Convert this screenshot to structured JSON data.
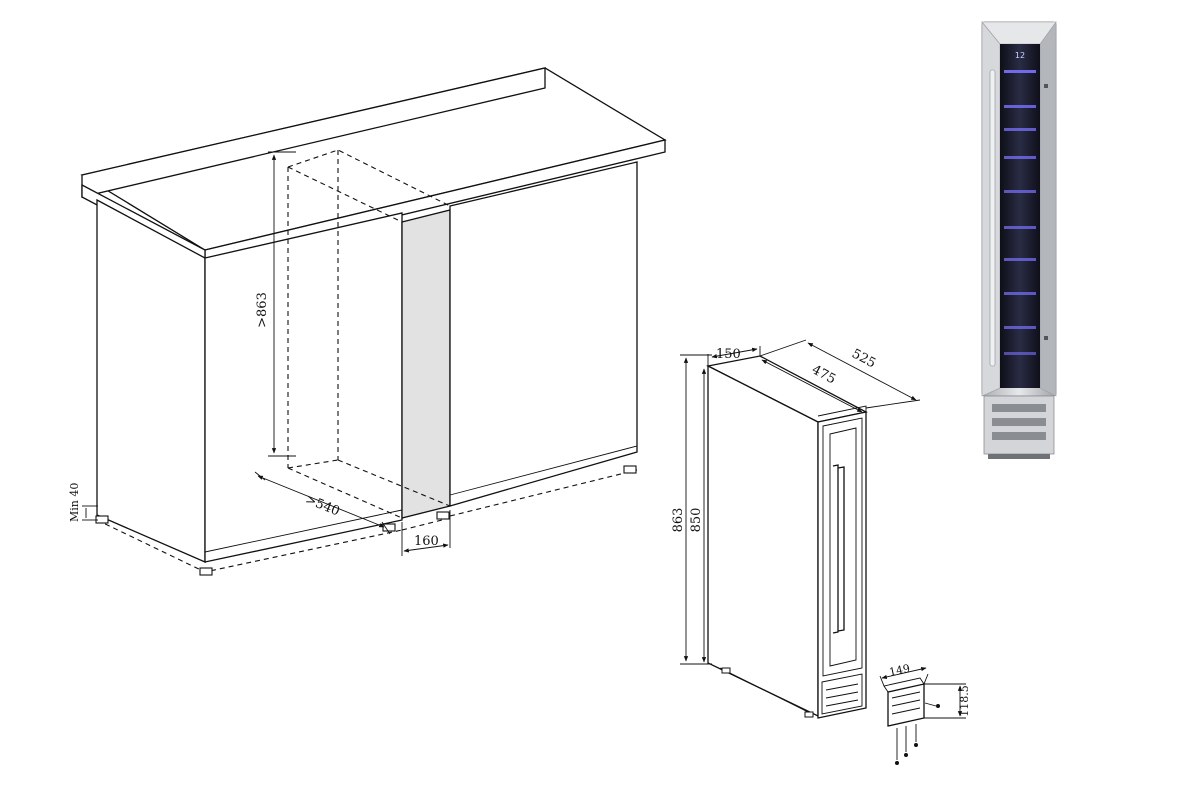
{
  "cabinet_diagram": {
    "dim_height_min": ">863",
    "dim_depth_min": ">540",
    "dim_width": "160",
    "dim_plinth": "Min 40"
  },
  "fridge_diagram": {
    "dim_height_total": "863",
    "dim_height_body": "850",
    "dim_width": "150",
    "dim_depth_body": "475",
    "dim_depth_total": "525"
  },
  "plinth_diagram": {
    "dim_width": "149",
    "dim_height": "118.5"
  },
  "photo": {
    "display_text": "12"
  },
  "colors": {
    "line": "#111111",
    "filler_panel": "#e2e2e2",
    "steel": "#c9cbcd",
    "glass": "#1b1d2e",
    "led": "#7a72ff"
  }
}
